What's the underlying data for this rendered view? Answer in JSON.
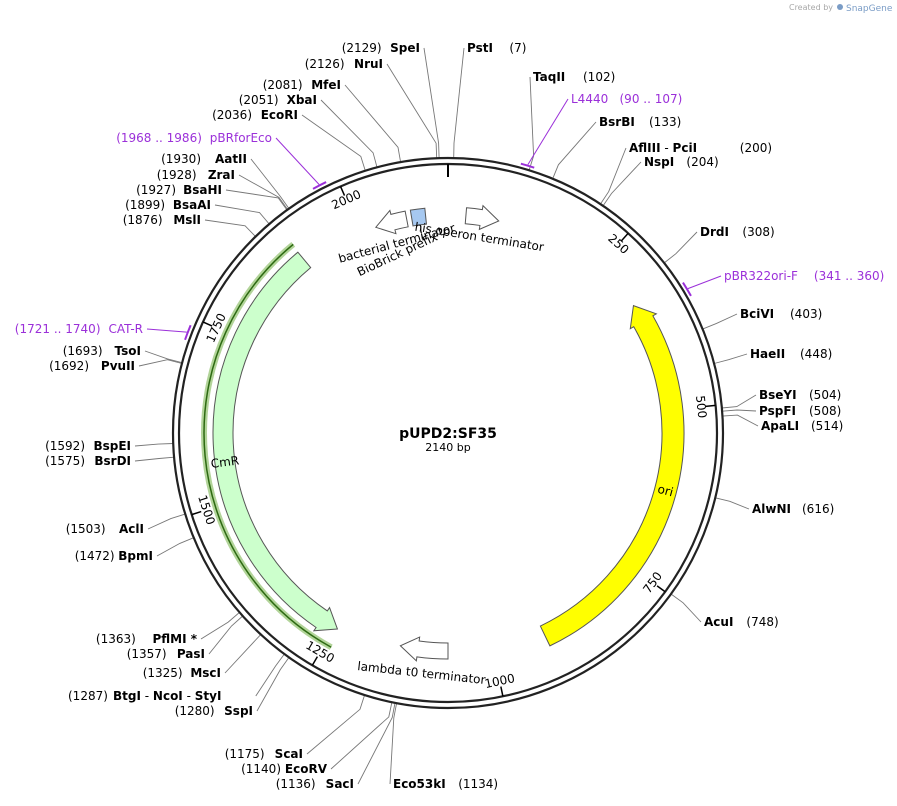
{
  "header": {
    "credit_prefix": "Created by",
    "credit_brand": "SnapGene"
  },
  "plasmid": {
    "name": "pUPD2:SF35",
    "length_label": "2140 bp",
    "length": 2140
  },
  "ticks": [
    {
      "pos": 250,
      "label": "250"
    },
    {
      "pos": 500,
      "label": "500"
    },
    {
      "pos": 750,
      "label": "750"
    },
    {
      "pos": 1000,
      "label": "1000"
    },
    {
      "pos": 1250,
      "label": "1250"
    },
    {
      "pos": 1500,
      "label": "1500"
    },
    {
      "pos": 1750,
      "label": "1750"
    },
    {
      "pos": 2000,
      "label": "2000"
    }
  ],
  "enzymes": [
    {
      "parts": [
        {
          "t": "PstI"
        }
      ],
      "pos_label": "(7)",
      "pos": 7
    },
    {
      "parts": [
        {
          "t": "TaqII"
        }
      ],
      "pos_label": "(102)",
      "pos": 102
    },
    {
      "parts": [
        {
          "t": "BsrBI"
        }
      ],
      "pos_label": "(133)",
      "pos": 133
    },
    {
      "parts": [
        {
          "t": "AflIII"
        },
        {
          "t": " - ",
          "sep": true
        },
        {
          "t": "PciI"
        }
      ],
      "pos_label": "(200)",
      "pos": 200
    },
    {
      "parts": [
        {
          "t": "NspI"
        }
      ],
      "pos_label": "(204)",
      "pos": 204
    },
    {
      "parts": [
        {
          "t": "DrdI"
        }
      ],
      "pos_label": "(308)",
      "pos": 308
    },
    {
      "parts": [
        {
          "t": "BciVI"
        }
      ],
      "pos_label": "(403)",
      "pos": 403
    },
    {
      "parts": [
        {
          "t": "HaeII"
        }
      ],
      "pos_label": "(448)",
      "pos": 448
    },
    {
      "parts": [
        {
          "t": "BseYI"
        }
      ],
      "pos_label": "(504)",
      "pos": 504
    },
    {
      "parts": [
        {
          "t": "PspFI"
        }
      ],
      "pos_label": "(508)",
      "pos": 508
    },
    {
      "parts": [
        {
          "t": "ApaLI"
        }
      ],
      "pos_label": "(514)",
      "pos": 514
    },
    {
      "parts": [
        {
          "t": "AlwNI"
        }
      ],
      "pos_label": "(616)",
      "pos": 616
    },
    {
      "parts": [
        {
          "t": "AcuI"
        }
      ],
      "pos_label": "(748)",
      "pos": 748
    },
    {
      "parts": [
        {
          "t": "Eco53kI"
        }
      ],
      "pos_label": "(1134)",
      "pos": 1134
    },
    {
      "parts": [
        {
          "t": "SacI"
        }
      ],
      "pos_label": "(1136)",
      "pos": 1136
    },
    {
      "parts": [
        {
          "t": "EcoRV"
        }
      ],
      "pos_label": "(1140)",
      "pos": 1140
    },
    {
      "parts": [
        {
          "t": "ScaI"
        }
      ],
      "pos_label": "(1175)",
      "pos": 1175
    },
    {
      "parts": [
        {
          "t": "SspI"
        }
      ],
      "pos_label": "(1280)",
      "pos": 1280
    },
    {
      "parts": [
        {
          "t": "BtgI"
        },
        {
          "t": " - ",
          "sep": true
        },
        {
          "t": "NcoI"
        },
        {
          "t": " - ",
          "sep": true
        },
        {
          "t": "StyI"
        }
      ],
      "pos_label": "(1287)",
      "pos": 1287
    },
    {
      "parts": [
        {
          "t": "MscI"
        }
      ],
      "pos_label": "(1325)",
      "pos": 1325
    },
    {
      "parts": [
        {
          "t": "PasI"
        }
      ],
      "pos_label": "(1357)",
      "pos": 1357
    },
    {
      "parts": [
        {
          "t": "PflMI *"
        }
      ],
      "pos_label": "(1363)",
      "pos": 1363
    },
    {
      "parts": [
        {
          "t": "BpmI"
        }
      ],
      "pos_label": "(1472)",
      "pos": 1472
    },
    {
      "parts": [
        {
          "t": "AclI"
        }
      ],
      "pos_label": "(1503)",
      "pos": 1503
    },
    {
      "parts": [
        {
          "t": "BsrDI"
        }
      ],
      "pos_label": "(1575)",
      "pos": 1575
    },
    {
      "parts": [
        {
          "t": "BspEI"
        }
      ],
      "pos_label": "(1592)",
      "pos": 1592
    },
    {
      "parts": [
        {
          "t": "PvuII"
        }
      ],
      "pos_label": "(1692)",
      "pos": 1692
    },
    {
      "parts": [
        {
          "t": "TsoI"
        }
      ],
      "pos_label": "(1693)",
      "pos": 1693
    },
    {
      "parts": [
        {
          "t": "MslI"
        }
      ],
      "pos_label": "(1876)",
      "pos": 1876
    },
    {
      "parts": [
        {
          "t": "BsaAI"
        }
      ],
      "pos_label": "(1899)",
      "pos": 1899
    },
    {
      "parts": [
        {
          "t": "BsaHI"
        }
      ],
      "pos_label": "(1927)",
      "pos": 1927
    },
    {
      "parts": [
        {
          "t": "ZraI"
        }
      ],
      "pos_label": "(1928)",
      "pos": 1928
    },
    {
      "parts": [
        {
          "t": "AatII"
        }
      ],
      "pos_label": "(1930)",
      "pos": 1930
    },
    {
      "parts": [
        {
          "t": "EcoRI"
        }
      ],
      "pos_label": "(2036)",
      "pos": 2036
    },
    {
      "parts": [
        {
          "t": "XbaI"
        }
      ],
      "pos_label": "(2051)",
      "pos": 2051
    },
    {
      "parts": [
        {
          "t": "MfeI"
        }
      ],
      "pos_label": "(2081)",
      "pos": 2081
    },
    {
      "parts": [
        {
          "t": "NruI"
        }
      ],
      "pos_label": "(2126)",
      "pos": 2126
    },
    {
      "parts": [
        {
          "t": "SpeI"
        }
      ],
      "pos_label": "(2129)",
      "pos": 2129
    }
  ],
  "primers": [
    {
      "name": "L4440",
      "range_label": "(90 .. 107)",
      "start": 90,
      "end": 107
    },
    {
      "name": "pBR322ori-F",
      "range_label": "(341 .. 360)",
      "start": 341,
      "end": 360
    },
    {
      "name": "CAT-R",
      "range_label": "(1721 .. 1740)",
      "start": 1721,
      "end": 1740
    },
    {
      "name": "pBRforEco",
      "range_label": "(1968 .. 1986)",
      "start": 1968,
      "end": 1986
    }
  ],
  "features": [
    {
      "name": "ori",
      "start": 330,
      "end": 918,
      "direction": "reverse",
      "color": "#ffff00"
    },
    {
      "name": "CmR",
      "start": 1245,
      "end": 1904,
      "direction": "reverse",
      "color": "#ccffcc"
    },
    {
      "name": "his operon terminator",
      "start": 28,
      "end": 80,
      "direction": "forward",
      "color": "#ffffff"
    },
    {
      "name": "lambda t0 terminator",
      "start": 1070,
      "end": 1145,
      "direction": "forward",
      "color": "#ffffff"
    },
    {
      "name": "bacterial terminator",
      "start": 2025,
      "end": 2075,
      "direction": "reverse",
      "color": "#ffffff"
    },
    {
      "name": "BioBrick prefix",
      "start": 2083,
      "end": 2105,
      "direction": "none",
      "color": "#a6c8f0"
    }
  ],
  "colors": {
    "primer": "#9b30d9",
    "ori": "#ffff00",
    "cmr": "#ccffcc",
    "cmr_highlight": "#66aa33",
    "biobrick": "#a6c8f0",
    "backbone": "#222222"
  }
}
